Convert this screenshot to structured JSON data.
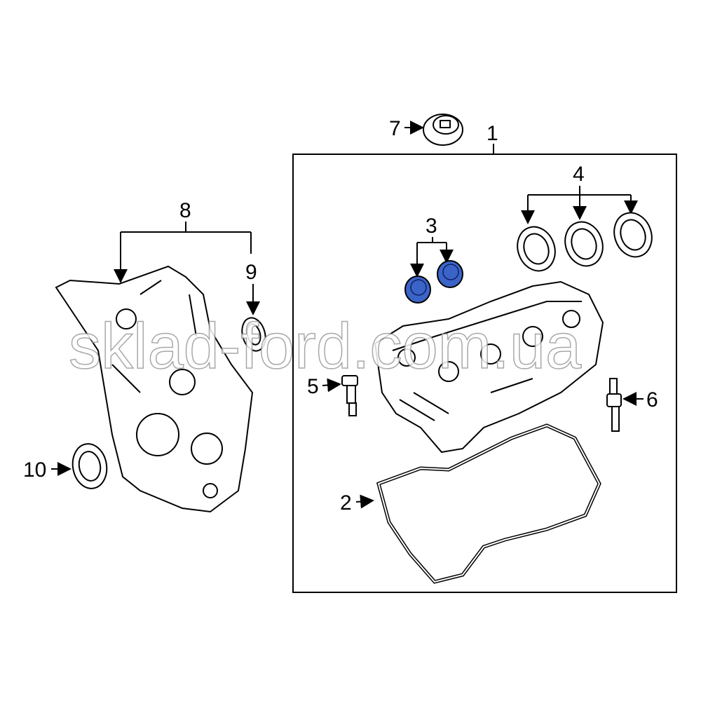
{
  "callouts": {
    "c1": "1",
    "c2": "2",
    "c3": "3",
    "c4": "4",
    "c5": "5",
    "c6": "6",
    "c7": "7",
    "c8": "8",
    "c9": "9",
    "c10": "10"
  },
  "watermark": "sklad-ford.com.ua",
  "colors": {
    "highlight": "#3a64c8",
    "line": "#000000"
  }
}
